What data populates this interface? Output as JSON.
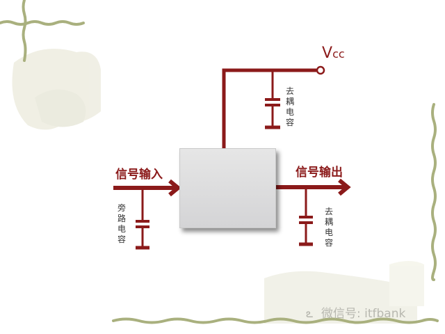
{
  "diagram": {
    "title": "",
    "vcc_label": "V",
    "vcc_sub": "cc",
    "input_label": "信号输入",
    "output_label": "信号输出",
    "bypass_cap_label": [
      "旁",
      "路",
      "电",
      "容"
    ],
    "decoupling_cap_top_label": [
      "去",
      "耦",
      "电",
      "容"
    ],
    "decoupling_cap_output_label": [
      "去",
      "耦",
      "电",
      "容"
    ],
    "block": "amplifier/IC block (unlabeled)"
  },
  "watermark": {
    "text": "微信号: itfbank",
    "icon": "wechat-icon"
  },
  "colors": {
    "wire": "#8b1a1a",
    "border_vine": "#a9b07e",
    "background": "#ffffff",
    "block_fill": "#dcdcde"
  }
}
